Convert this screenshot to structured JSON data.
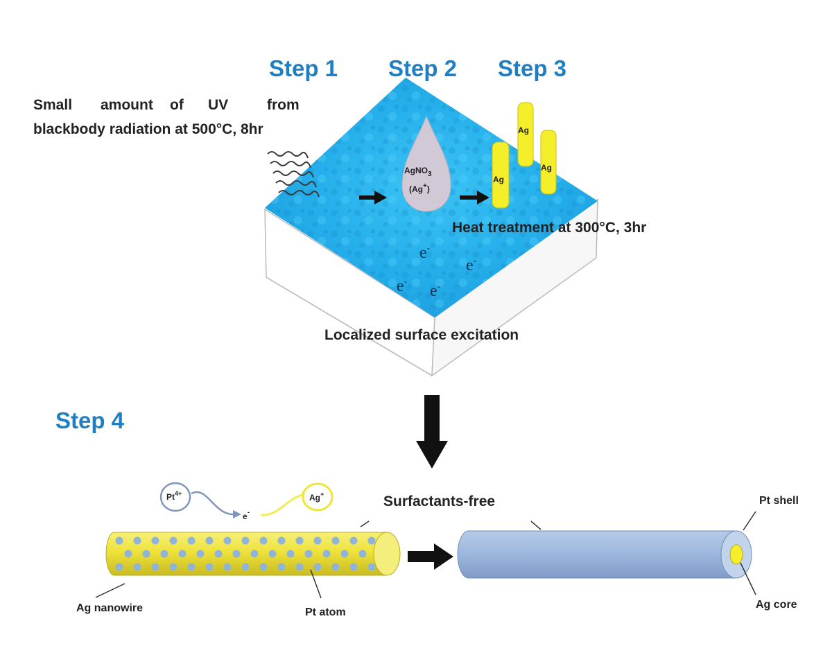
{
  "steps": {
    "step1": "Step 1",
    "step2": "Step 2",
    "step3": "Step 3",
    "step4": "Step 4"
  },
  "top": {
    "uv_line1_words": [
      "Small",
      "amount",
      "of",
      "UV",
      "from"
    ],
    "uv_line2": "blackbody radiation at 500°C, 8hr",
    "droplet_line1": "AgNO",
    "droplet_line1_sub": "3",
    "droplet_line2": "(Ag",
    "droplet_line2_sup": "+",
    "droplet_line2_end": ")",
    "ag_rod_label": "Ag",
    "heat_label": "Heat treatment at 300°C, 3hr",
    "electron": "e",
    "electron_sup": "-",
    "surface_label": "Localized surface excitation"
  },
  "bottom": {
    "pt_ion": "Pt",
    "pt_ion_sup": "4+",
    "electron": "e",
    "electron_sup": "-",
    "ag_ion": "Ag",
    "ag_ion_sup": "+",
    "surfactants": "Surfactants-free",
    "ag_nanowire": "Ag nanowire",
    "pt_atom": "Pt atom",
    "pt_shell": "Pt shell",
    "ag_core": "Ag core"
  },
  "colors": {
    "step_blue": "#1f7fc2",
    "surface_cyan": "#29b6ef",
    "nanowire_yellow": "#f2ea3c",
    "pt_dot_blue": "#8fb4d8",
    "shell_blue": "#9db8dc"
  }
}
